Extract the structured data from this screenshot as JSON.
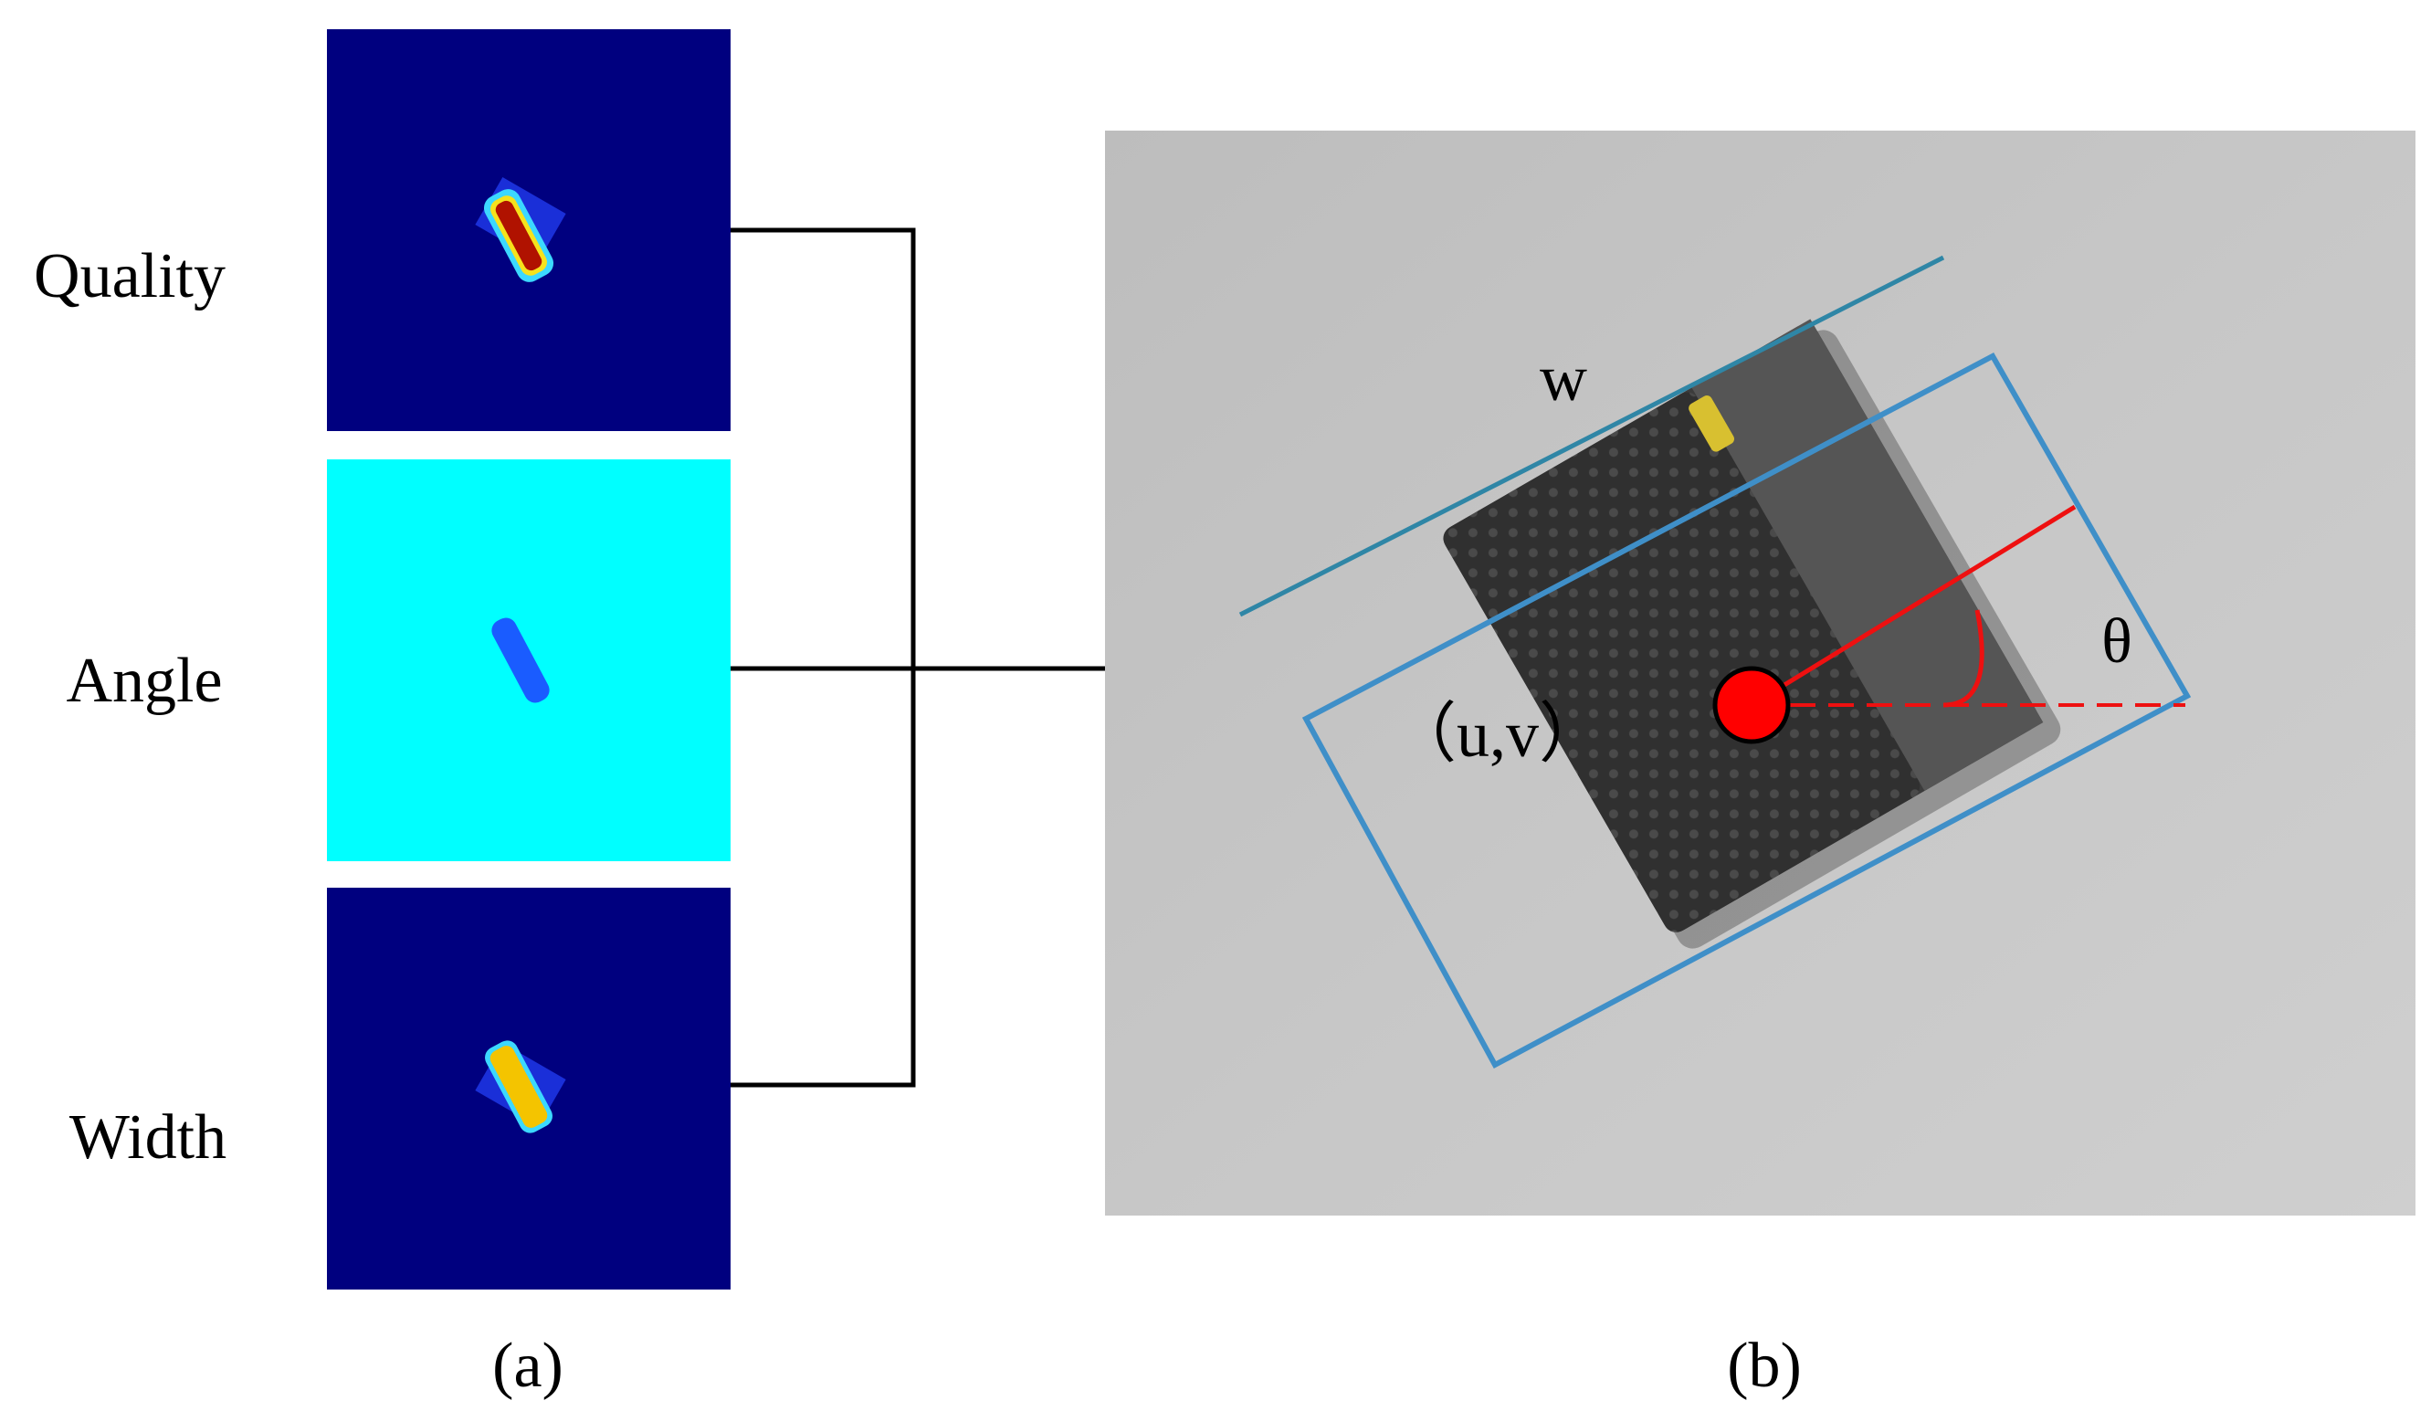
{
  "panel_a": {
    "row_labels": {
      "quality": "Quality",
      "angle": "Angle",
      "width": "Width"
    },
    "caption": "(a)"
  },
  "panel_b": {
    "width_symbol": "w",
    "center_label": "（u,v）",
    "angle_symbol": "θ",
    "caption": "(b)"
  },
  "colors": {
    "heatmap_background": "#00007f",
    "angle_background": "#00ffff",
    "quality_blob": "#b01200",
    "width_blob": "#f4c400",
    "angle_blob": "#1a5cff",
    "grasp_box": "#3f8fc8",
    "grasp_center": "#ff0000",
    "photo_background": "#c4c4c4",
    "object": "#3c3c3c"
  }
}
